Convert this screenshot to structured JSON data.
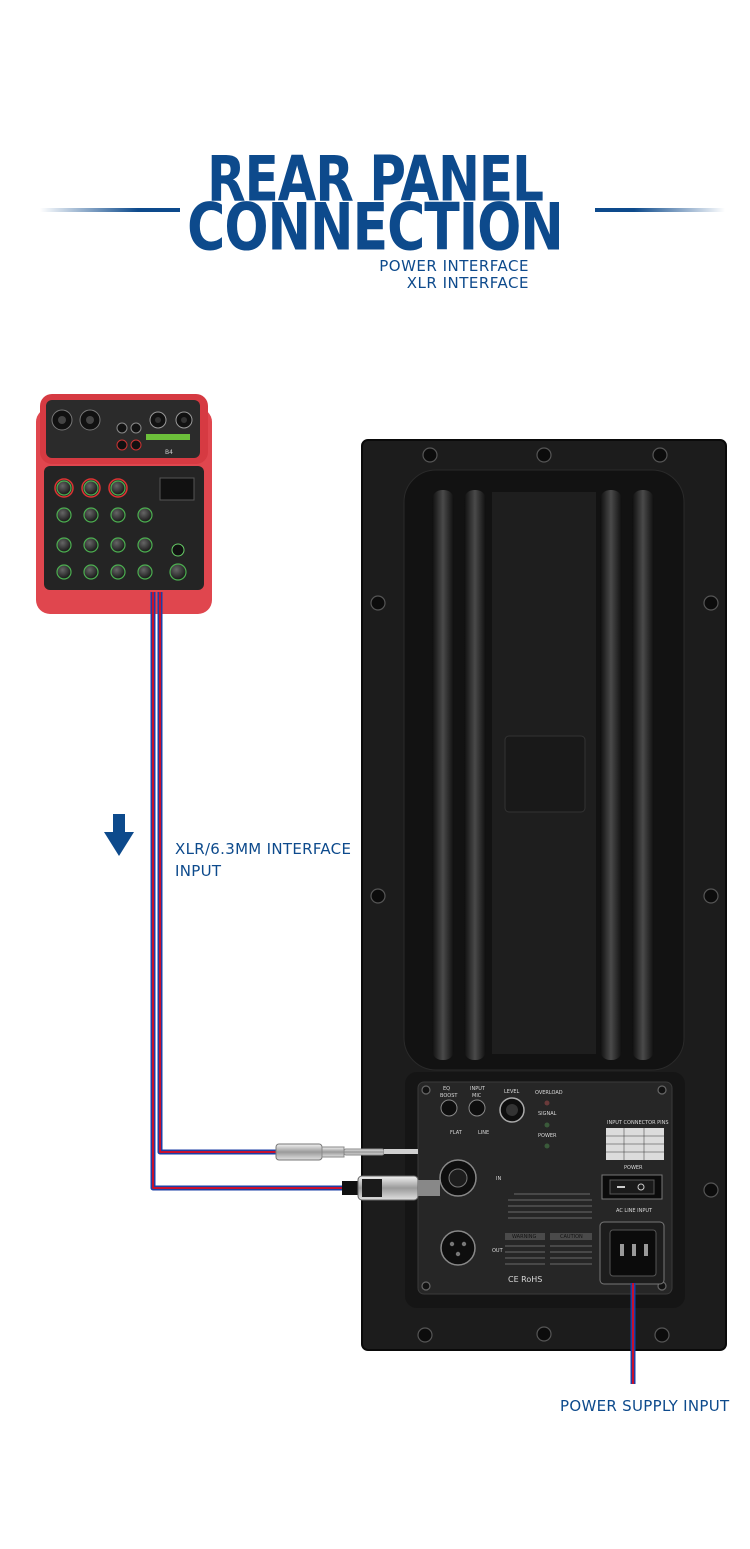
{
  "header": {
    "title_line1": "REAR PANEL",
    "title_line2": "CONNECTION",
    "subtitle_line1": "POWER INTERFACE",
    "subtitle_line2": "XLR INTERFACE"
  },
  "labels": {
    "input_line1": "XLR/6.3MM INTERFACE",
    "input_line2": "INPUT",
    "power": "POWER SUPPLY INPUT"
  },
  "amp_panel": {
    "eq": "EQ",
    "boost": "BOOST",
    "input": "INPUT",
    "mic": "MIC",
    "level": "LEVEL",
    "overload": "OVERLOAD",
    "signal": "SIGNAL",
    "power_led": "POWER",
    "flat": "FLAT",
    "line": "LINE",
    "in": "IN",
    "out": "OUT",
    "pins_title": "INPUT CONNECTOR PINS",
    "power_switch": "POWER",
    "ac_line": "AC LINE INPUT",
    "warning": "WARNING",
    "caution": "CAUTION",
    "certs": "CE RoHS"
  },
  "mixer": {
    "brand": "B4"
  },
  "colors": {
    "brand_blue": "#0d4a8c",
    "cable_red": "#c8102e",
    "cable_blue": "#1d3fa6",
    "amp_black": "#1c1c1c",
    "mixer_red": "#e0464e"
  }
}
